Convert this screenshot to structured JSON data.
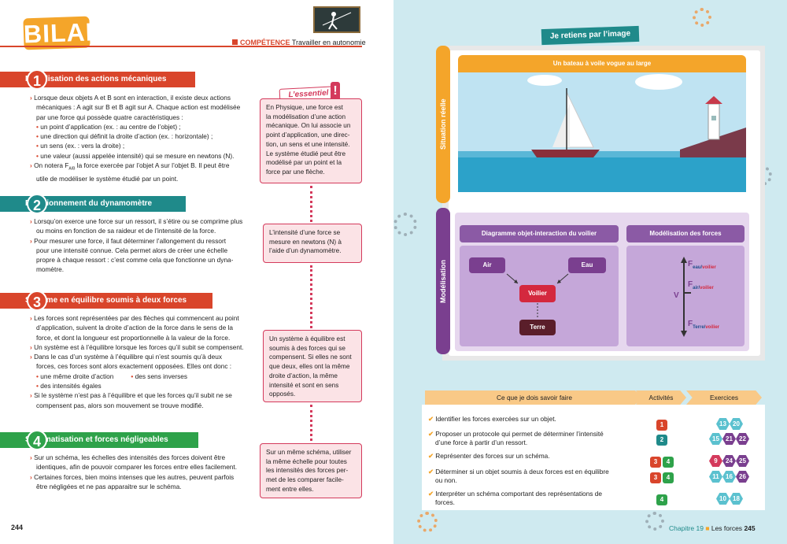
{
  "left": {
    "bilan": "BILAN",
    "competence_label": "COMPÉTENCE",
    "competence_text": "Travailler en autonomie",
    "page_number": "244",
    "sections": [
      {
        "num": "1",
        "title": "Modélisation des actions mécaniques",
        "color": "#d9452b",
        "lines": [
          "Lorsque deux objets A et B sont en interaction, il existe deux actions",
          "mécaniques : A agit sur B et B agit sur A. Chaque action est modélisée",
          "par une force qui possède quatre caractéristiques :",
          "un point d’application (ex. : au centre de l’objet) ;",
          "une direction qui définit la droite d’action (ex. : horizontale) ;",
          "un sens (ex. : vers la droite) ;",
          "une valeur (aussi appelée intensité) qui se mesure en newtons (N).",
          "On notera F",
          "A/B",
          " la force exercée par l’objet A sur l’objet B. Il peut être",
          "utile de modéliser le système étudié par un point."
        ]
      },
      {
        "num": "2",
        "title": "Fonctionnement du dynamomètre",
        "color": "#1f8a8a",
        "lines": [
          "Lorsqu’on exerce une force sur un ressort, il s’étire ou se comprime plus",
          "ou moins en fonction de sa raideur et de l’intensité de la force.",
          "Pour mesurer une force, il faut déterminer l’allongement du ressort",
          "pour une intensité connue. Cela permet alors de créer une échelle",
          "propre à chaque ressort : c’est comme cela que fonctionne un dyna-",
          "momètre."
        ]
      },
      {
        "num": "3",
        "title": "Système en équilibre soumis à deux forces",
        "color": "#d9452b",
        "lines": [
          "Les forces sont représentées par des flèches qui commencent au point",
          "d’application, suivent la droite d’action de la force dans le sens de la",
          "force, et dont la longueur est proportionnelle à la valeur de la force.",
          "Un système est à l’équilibre lorsque les forces qu’il subit se compensent.",
          "Dans le cas d’un système à l’équilibre qui n’est soumis qu’à deux",
          "forces, ces forces sont alors exactement opposées. Elles ont donc :",
          "une même droite d’action",
          "des sens inverses",
          "des intensités égales",
          "Si le système n’est pas à l’équilibre et que les forces qu’il subit ne se",
          "compensent pas, alors son mouvement se trouve modifié."
        ]
      },
      {
        "num": "4",
        "title": "Schématisation et forces négligeables",
        "color": "#2ea24a",
        "lines": [
          "Sur un schéma, les échelles des intensités des forces doivent être",
          "identiques, afin de pouvoir comparer les forces entre elles facilement.",
          "Certaines forces, bien moins intenses que les autres, peuvent parfois",
          "être négligées et ne pas apparaitre sur le schéma."
        ]
      }
    ],
    "essentiel_title": "L’essentiel",
    "notes": [
      [
        "En Physique, une force est",
        "la modélisation d’une action",
        "mécanique. On lui associe un",
        "point d’application, une direc-",
        "tion, un sens et une intensité.",
        "Le système étudié peut être",
        "modélisé par un point et la",
        "force par une flèche."
      ],
      [
        "L’intensité d’une force se",
        "mesure en newtons (N) à",
        "l’aide d’un dynamomètre."
      ],
      [
        "Un système à équilibre est",
        "soumis à des forces qui se",
        "compensent. Si elles ne sont",
        "que deux, elles ont la même",
        "droite d’action, la même",
        "intensité et sont en sens",
        "opposés."
      ],
      [
        "Sur un même schéma, utiliser",
        "la même échelle pour toutes",
        "les intensités des forces per-",
        "met de les comparer facile-",
        "ment entre elles."
      ]
    ]
  },
  "right": {
    "header": "Je retiens par l’image",
    "situation_label": "Situation réelle",
    "situation_caption": "Un bateau à voile vogue au large",
    "modelisation_label": "Modélisation",
    "diagram_title": "Diagramme objet-interaction du voilier",
    "forces_title": "Modélisation des forces",
    "nodes": {
      "air": "Air",
      "eau": "Eau",
      "voilier": "Voilier",
      "terre": "Terre"
    },
    "forces": {
      "f": "F",
      "eau": "eau/",
      "voilier": "voilier",
      "air": "air/",
      "terre": "Terre/",
      "v": "V"
    },
    "table": {
      "col1": "Ce que je dois savoir faire",
      "col2": "Activités",
      "col3": "Exercices",
      "rows": [
        {
          "text": [
            "Identifier les forces exercées sur un objet."
          ],
          "acts": [
            "1"
          ],
          "act_colors": [
            "#d9452b"
          ],
          "exs": [
            "13",
            "20"
          ],
          "ex_colors": [
            "#5bc1cf",
            "#5bc1cf"
          ]
        },
        {
          "text": [
            "Proposer un protocole qui permet de déterminer l’intensité",
            "d’une force à partir d’un ressort."
          ],
          "acts": [
            "2"
          ],
          "act_colors": [
            "#1f8a8a"
          ],
          "exs": [
            "15",
            "21",
            "22"
          ],
          "ex_colors": [
            "#5bc1cf",
            "#7a3f8f",
            "#7a3f8f"
          ]
        },
        {
          "text": [
            "Représenter des forces sur un schéma."
          ],
          "acts": [
            "3",
            "4"
          ],
          "act_colors": [
            "#d9452b",
            "#2ea24a"
          ],
          "exs": [
            "9",
            "24",
            "25"
          ],
          "ex_colors": [
            "#d43a5c",
            "#7a3f8f",
            "#7a3f8f"
          ]
        },
        {
          "text": [
            "Déterminer si un objet soumis à deux forces est en équilibre",
            "ou non."
          ],
          "acts": [
            "3",
            "4"
          ],
          "act_colors": [
            "#d9452b",
            "#2ea24a"
          ],
          "exs": [
            "11",
            "16",
            "26"
          ],
          "ex_colors": [
            "#5bc1cf",
            "#5bc1cf",
            "#7a3f8f"
          ]
        },
        {
          "text": [
            "Interpréter un schéma comportant des représentations de",
            "forces."
          ],
          "acts": [
            "4"
          ],
          "act_colors": [
            "#2ea24a"
          ],
          "exs": [
            "10",
            "18"
          ],
          "ex_colors": [
            "#5bc1cf",
            "#5bc1cf"
          ]
        }
      ]
    },
    "footer_chapter": "Chapitre 19",
    "footer_title": "Les forces",
    "page_number": "245"
  }
}
